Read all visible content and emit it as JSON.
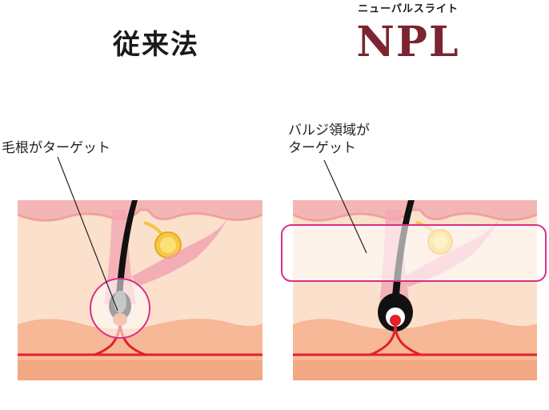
{
  "left_panel": {
    "title": "従来法",
    "label": "毛根がターゲット"
  },
  "right_panel": {
    "subtitle": "ニューパルスライト",
    "title": "NPL",
    "label_line1": "バルジ領域が",
    "label_line2": "ターゲット"
  },
  "colors": {
    "skin_surface": "#f4b6b4",
    "dermis": "#fbe0cc",
    "fat": "#f6b896",
    "blood_vessel": "#e3202a",
    "hair": "#111111",
    "target_outline": "#d6318a",
    "title_accent": "#7a2530"
  }
}
